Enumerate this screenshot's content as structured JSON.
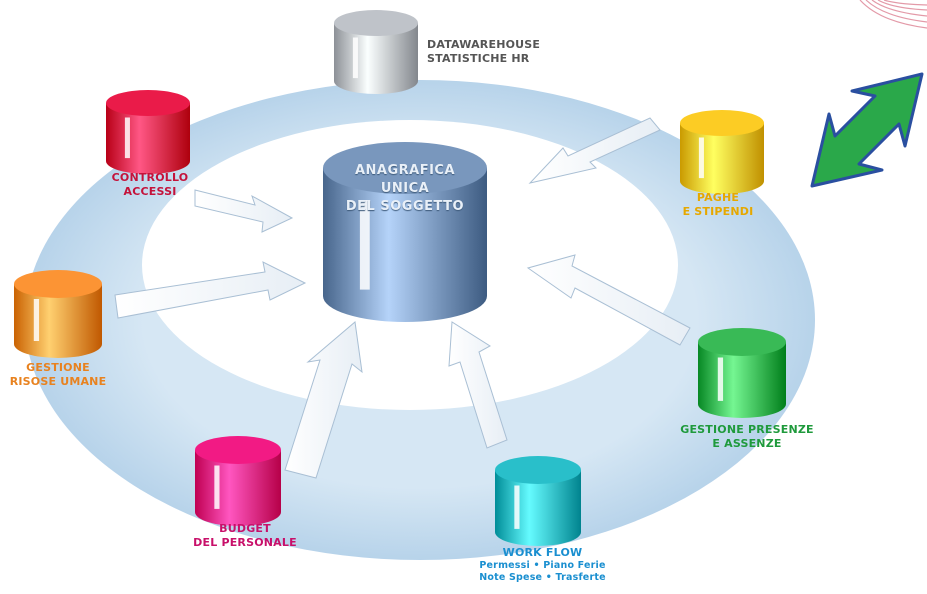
{
  "diagram": {
    "center": {
      "lines": [
        "ANAGRAFICA",
        "UNICA",
        "DEL SOGGETTO"
      ],
      "color": "#6f8db3"
    },
    "nodes": [
      {
        "id": "datawarehouse",
        "lines": [
          "DATAWAREHOUSE",
          "STATISTICHE HR"
        ],
        "color": "#b5b9bf",
        "label_color": "#555555"
      },
      {
        "id": "controllo",
        "lines": [
          "CONTROLLO",
          "ACCESSI"
        ],
        "color": "#e0113f",
        "label_color": "#c4123a"
      },
      {
        "id": "paghe",
        "lines": [
          "PAGHE",
          "E STIPENDI"
        ],
        "color": "#f2c21a",
        "label_color": "#e6a800"
      },
      {
        "id": "risorse",
        "lines": [
          "GESTIONE",
          "RISOSE UMANE"
        ],
        "color": "#f28a2a",
        "label_color": "#e8821f"
      },
      {
        "id": "presenze",
        "lines": [
          "GESTIONE PRESENZE",
          "E ASSENZE"
        ],
        "color": "#2fb04c",
        "label_color": "#1f9a3c"
      },
      {
        "id": "budget",
        "lines": [
          "BUDGET",
          "DEL PERSONALE"
        ],
        "color": "#e8107a",
        "label_color": "#c8106a"
      },
      {
        "id": "workflow",
        "lines": [
          "WORK FLOW"
        ],
        "sub_lines": [
          "Permessi • Piano Ferie",
          "Note Spese • Trasferte"
        ],
        "color": "#1fb5c0",
        "label_color": "#1a8fd0"
      }
    ]
  },
  "decor": {
    "ring_color": "#cfe2f1",
    "arrow_fill": "#2aa84a",
    "arrow_stroke": "#2a4fa0"
  }
}
